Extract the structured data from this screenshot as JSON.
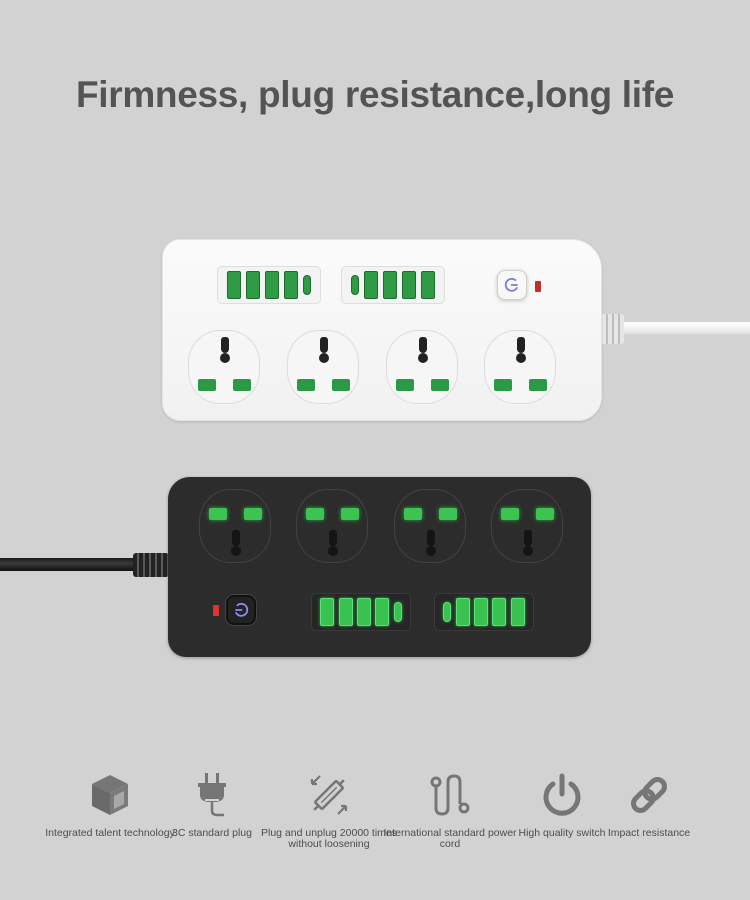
{
  "header": {
    "title": "Firmness, plug resistance,long life"
  },
  "product": {
    "white_strip": {
      "color": "#f4f4f4",
      "usb_panels": [
        {
          "ports": [
            "usb-a",
            "usb-a",
            "usb-a",
            "usb-a",
            "usb-c"
          ]
        },
        {
          "ports": [
            "usb-c",
            "usb-a",
            "usb-a",
            "usb-a",
            "usb-a"
          ]
        }
      ],
      "socket_count": 4,
      "has_power_button": true,
      "indicator_led_color": "#c92a2a"
    },
    "black_strip": {
      "color": "#2c2c2c",
      "usb_panels": [
        {
          "ports": [
            "usb-a",
            "usb-a",
            "usb-a",
            "usb-a",
            "usb-c"
          ]
        },
        {
          "ports": [
            "usb-c",
            "usb-a",
            "usb-a",
            "usb-a",
            "usb-a"
          ]
        }
      ],
      "socket_count": 4,
      "has_power_button": true,
      "indicator_led_color": "#e53030"
    },
    "accent_green": "#2f9b45",
    "power_icon_color": "#7a7fd6"
  },
  "features": [
    {
      "icon": "cube-icon",
      "label": "Integrated talent technology"
    },
    {
      "icon": "plug-icon",
      "label": "3C standard plug"
    },
    {
      "icon": "plug-unplug-icon",
      "label": "Plug and unplug 20000 times without loosening"
    },
    {
      "icon": "power-cord-icon",
      "label": "International standard power cord"
    },
    {
      "icon": "power-icon",
      "label": "High quality switch"
    },
    {
      "icon": "link-icon",
      "label": "Impact resistance"
    }
  ]
}
